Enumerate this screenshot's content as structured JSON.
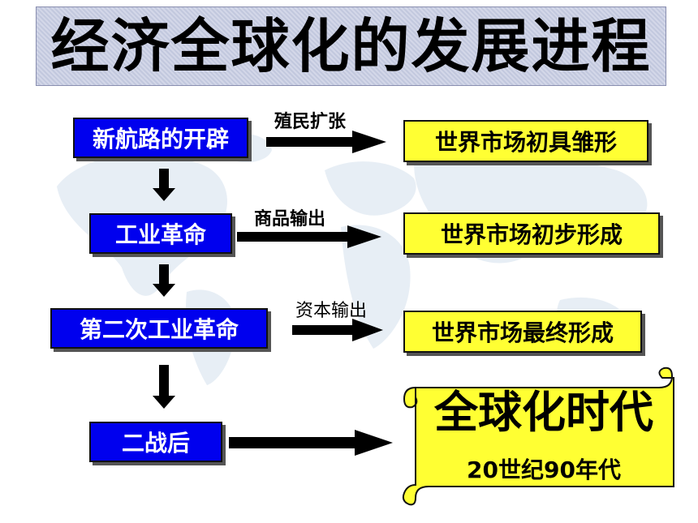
{
  "title": "经济全球化的发展进程",
  "stages": [
    {
      "label": "新航路的开辟"
    },
    {
      "label": "工业革命"
    },
    {
      "label": "第二次工业革命"
    },
    {
      "label": "二战后"
    }
  ],
  "links": [
    {
      "label": "殖民扩张",
      "result": "世界市场初具雏形"
    },
    {
      "label": "商品输出",
      "result": "世界市场初步形成"
    },
    {
      "label": "资本输出",
      "result": "世界市场最终形成"
    }
  ],
  "scroll": {
    "title": "全球化时代",
    "subtitle": "20世纪90年代"
  },
  "colors": {
    "stage_box": "#0000ee",
    "result_box": "#ffff33",
    "scroll": "#ffff33",
    "arrow": "#000000"
  }
}
